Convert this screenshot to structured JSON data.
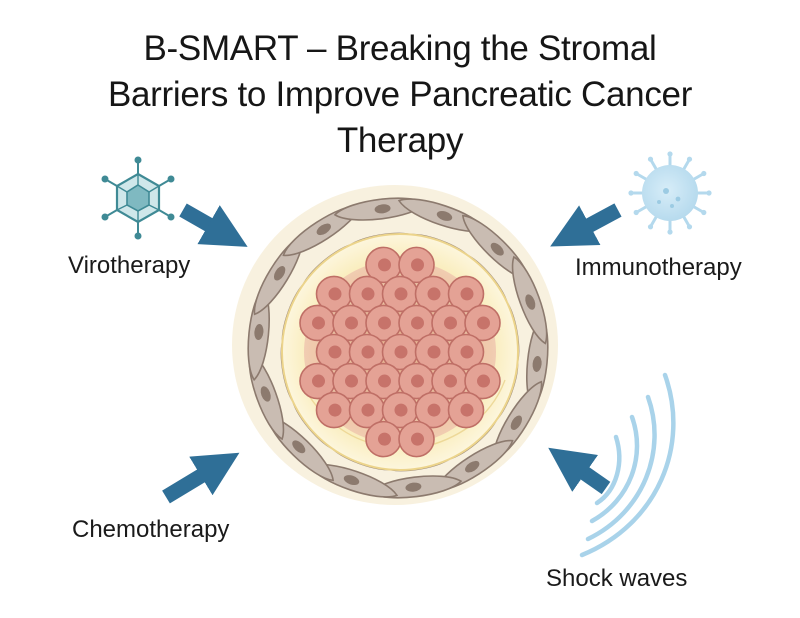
{
  "title": {
    "line1": "B-SMART – Breaking the Stromal",
    "line2": "Barriers to Improve Pancreatic Cancer",
    "line3": "Therapy"
  },
  "therapies": {
    "virotherapy": "Virotherapy",
    "immunotherapy": "Immunotherapy",
    "chemotherapy": "Chemotherapy",
    "shock_waves": "Shock waves"
  },
  "colors": {
    "arrow": "#2f6f97",
    "virus": "#3f8a95",
    "immune_cell": "#bfe0f0",
    "shock_waves": "#a9d3ea",
    "stroma_cell": "#c9bcb2",
    "tumor_cell": "#dc938a",
    "matrix": "#f7e6a6"
  },
  "icons": [
    "virus-icon",
    "immune-cell-icon",
    "shock-wave-icon"
  ]
}
